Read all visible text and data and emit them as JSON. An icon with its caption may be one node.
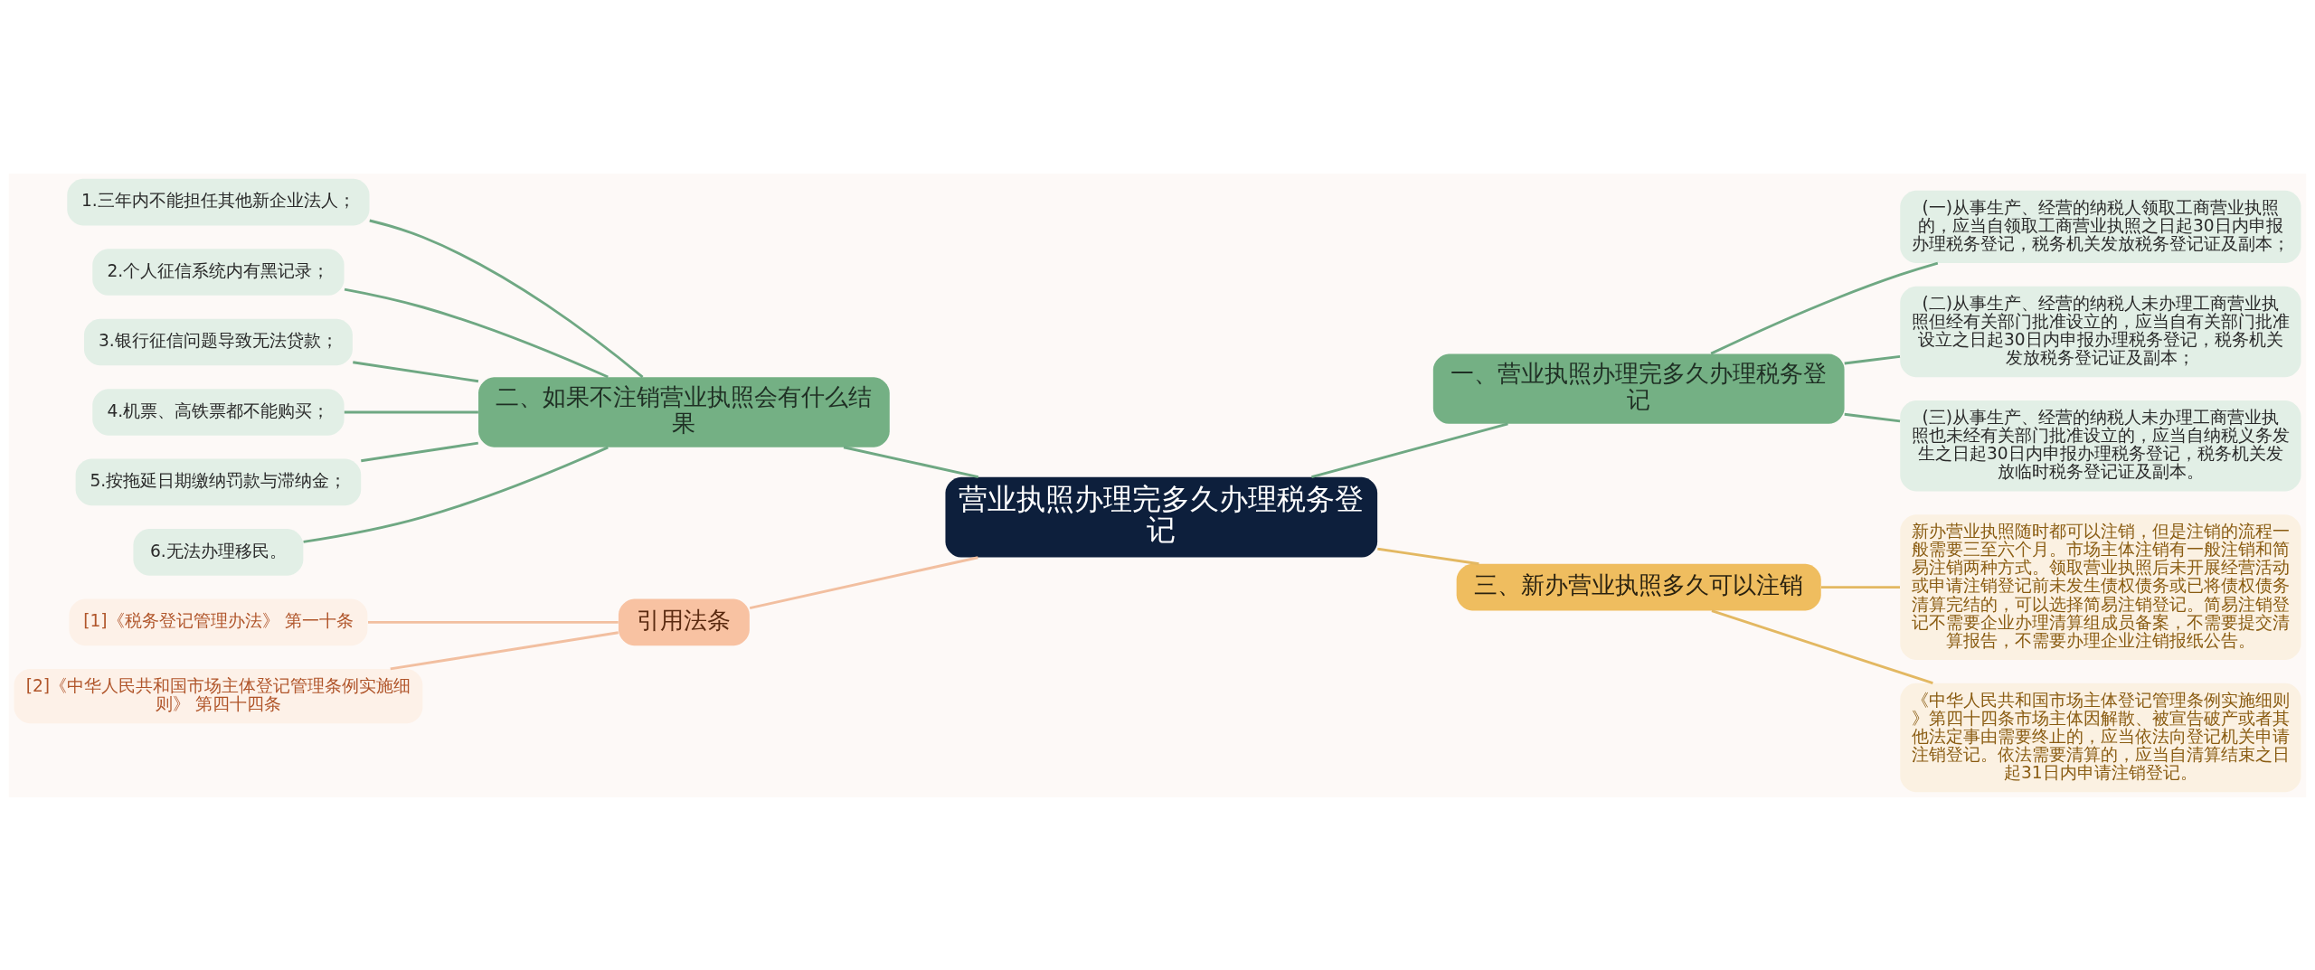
{
  "diagram": {
    "nodes": [
      {
        "text": [
          "营业执照办理完多久办理税务登记"
        ]
      },
      {
        "text": [
          "一、营业执照办理完多久办理税务登记"
        ]
      },
      {
        "text": [
          "(一)从事生产、经营的纳税人领取工商营业执照的，应当自领取工商营业执照之日起30日内申报办理税务登记，税务机关发放税务登记证及副本；"
        ]
      },
      {
        "text": [
          "(二)从事生产、经营的纳税人未办理工商营业执照但经有关部门批准设立的，应当自有关部门批准设立之日起30日内申报办理税务登记，税务机关发放税务登记证及副本；"
        ]
      },
      {
        "text": [
          "(三)从事生产、经营的纳税人未办理工商营业执照也未经有关部门批准设立的，应当自纳税义务发生之日起30日内申报办理税务登记，税务机关发放临时税务登记证及副本。"
        ]
      },
      {
        "text": [
          "二、如果不注销营业执照会有什么结果"
        ]
      },
      {
        "text": [
          "1.三年内不能担任其他新企业法人；"
        ]
      },
      {
        "text": [
          "2.个人征信系统内有黑记录；"
        ]
      },
      {
        "text": [
          "3.银行征信问题导致无法贷款；"
        ]
      },
      {
        "text": [
          "4.机票、高铁票都不能购买；"
        ]
      },
      {
        "text": [
          "5.按拖延日期缴纳罚款与滞纳金；"
        ]
      },
      {
        "text": [
          "6.无法办理移民。"
        ]
      },
      {
        "text": [
          "三、新办营业执照多久可以注销"
        ]
      },
      {
        "text": [
          "新办营业执照随时都可以注销，但是注销的流程一般需要三至六个月。市场主体注销有一般注销和简易注销两种方式。领取营业执照后未开展经营活动或申请注销登记前未发生债权债务或已将债权债务清算完结的，可以选择简易注销登记。简易注销登记不需要企业办理清算组成员备案，不需要提交清算报告，不需要办理企业注销报纸公告。"
        ]
      },
      {
        "text": [
          "《中华人民共和国市场主体登记管理条例实施细则》第四十四条市场主体因解散、被宣告破产或者其他法定事由需要终止的，应当依法向登记机关申请注销登记。依法需要清算的，应当自清算结束之日起31日内申请注销登记。"
        ]
      },
      {
        "text": [
          "引用法条"
        ]
      },
      {
        "text": [
          "[1]《税务登记管理办法》 第一十条"
        ]
      },
      {
        "text": [
          "[2]《中华人民共和国市场主体登记管理条例实施细则》 第四十四条"
        ]
      }
    ],
    "edges": [
      {
        "from": 0,
        "to": 1,
        "arrow": "none"
      },
      {
        "from": 1,
        "to": 2,
        "arrow": "none"
      },
      {
        "from": 1,
        "to": 3,
        "arrow": "none"
      },
      {
        "from": 1,
        "to": 4,
        "arrow": "none"
      },
      {
        "from": 0,
        "to": 5,
        "arrow": "none"
      },
      {
        "from": 5,
        "to": 6,
        "arrow": "none"
      },
      {
        "from": 5,
        "to": 7,
        "arrow": "none"
      },
      {
        "from": 5,
        "to": 8,
        "arrow": "none"
      },
      {
        "from": 5,
        "to": 9,
        "arrow": "none"
      },
      {
        "from": 5,
        "to": 10,
        "arrow": "none"
      },
      {
        "from": 5,
        "to": 11,
        "arrow": "none"
      },
      {
        "from": 0,
        "to": 12,
        "arrow": "none",
        "color": "#e3b862"
      },
      {
        "from": 12,
        "to": 13,
        "arrow": "none",
        "color": "#e3b862"
      },
      {
        "from": 12,
        "to": 14,
        "arrow": "none",
        "color": "#e3b862"
      },
      {
        "from": 0,
        "to": 15,
        "arrow": "none",
        "color": "#f2bfa0"
      },
      {
        "from": 15,
        "to": 16,
        "arrow": "none",
        "color": "#f2bfa0"
      },
      {
        "from": 15,
        "to": 17,
        "arrow": "none",
        "color": "#f2bfa0"
      }
    ]
  }
}
